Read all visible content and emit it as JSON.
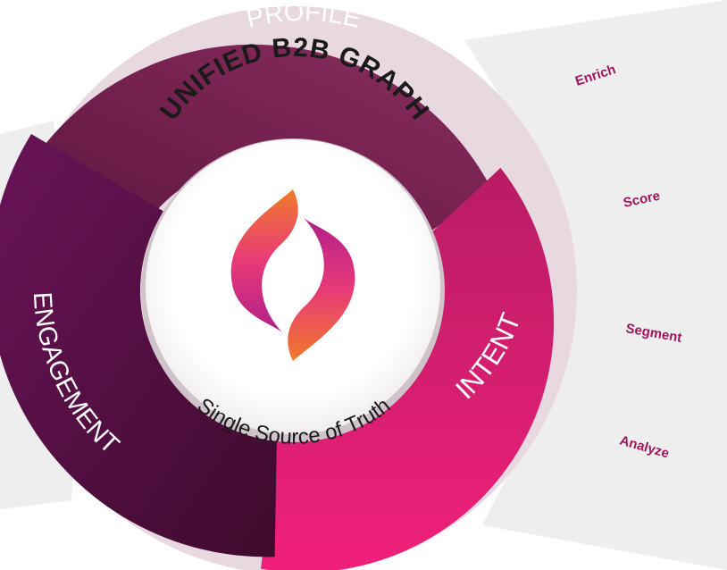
{
  "wheel": {
    "segments": [
      {
        "label": "PROFILE"
      },
      {
        "label": "INTENT"
      },
      {
        "label": "ENGAGEMENT"
      }
    ],
    "center": {
      "title": "UNIFIED B2B GRAPH",
      "tagline": "Single Source of Truth",
      "logo_icon": "sync-s-logo-icon"
    }
  },
  "actions": [
    "Enrich",
    "Score",
    "Segment",
    "Analyze"
  ],
  "colors": {
    "profile": "#7a2352",
    "intent": "#e0186e",
    "engagement": "#5a1044",
    "action_text": "#a0155d",
    "ribbon": "#eeeeee",
    "halo": "#e8d9e1"
  }
}
